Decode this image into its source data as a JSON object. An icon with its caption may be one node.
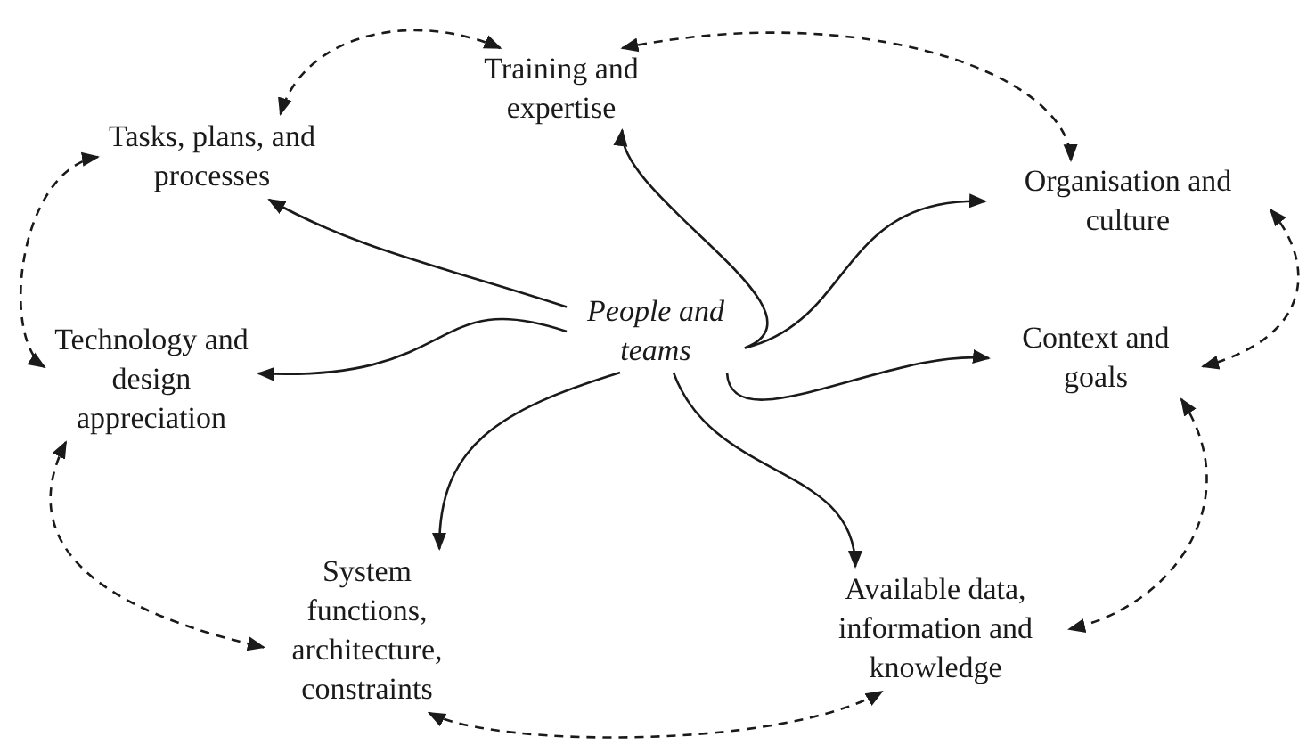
{
  "diagram": {
    "nodes": [
      {
        "text": [
          "People and teams"
        ]
      },
      {
        "text": [
          "Training and expertise"
        ]
      },
      {
        "text": [
          "Tasks, plans, and processes"
        ]
      },
      {
        "text": [
          "Organisation and culture"
        ]
      },
      {
        "text": [
          "Technology and design appreciation"
        ]
      },
      {
        "text": [
          "Context and goals"
        ]
      },
      {
        "text": [
          "System functions, architecture, constraints"
        ]
      },
      {
        "text": [
          "Available data, information and knowledge"
        ]
      }
    ],
    "edges": [
      {
        "from": 0,
        "to": 1,
        "arrow": "to"
      },
      {
        "from": 0,
        "to": 2,
        "arrow": "to"
      },
      {
        "from": 0,
        "to": 3,
        "arrow": "to"
      },
      {
        "from": 0,
        "to": 4,
        "arrow": "to"
      },
      {
        "from": 0,
        "to": 5,
        "arrow": "to"
      },
      {
        "from": 0,
        "to": 6,
        "arrow": "to"
      },
      {
        "from": 0,
        "to": 7,
        "arrow": "to"
      },
      {
        "from": 1,
        "to": 2,
        "arrow": "both",
        "style": "dashed"
      },
      {
        "from": 1,
        "to": 3,
        "arrow": "both",
        "style": "dashed"
      },
      {
        "from": 2,
        "to": 4,
        "arrow": "both",
        "style": "dashed"
      },
      {
        "from": 3,
        "to": 5,
        "arrow": "both",
        "style": "dashed"
      },
      {
        "from": 4,
        "to": 6,
        "arrow": "both",
        "style": "dashed"
      },
      {
        "from": 5,
        "to": 7,
        "arrow": "both",
        "style": "dashed"
      },
      {
        "from": 6,
        "to": 7,
        "arrow": "both",
        "style": "dashed"
      }
    ]
  }
}
